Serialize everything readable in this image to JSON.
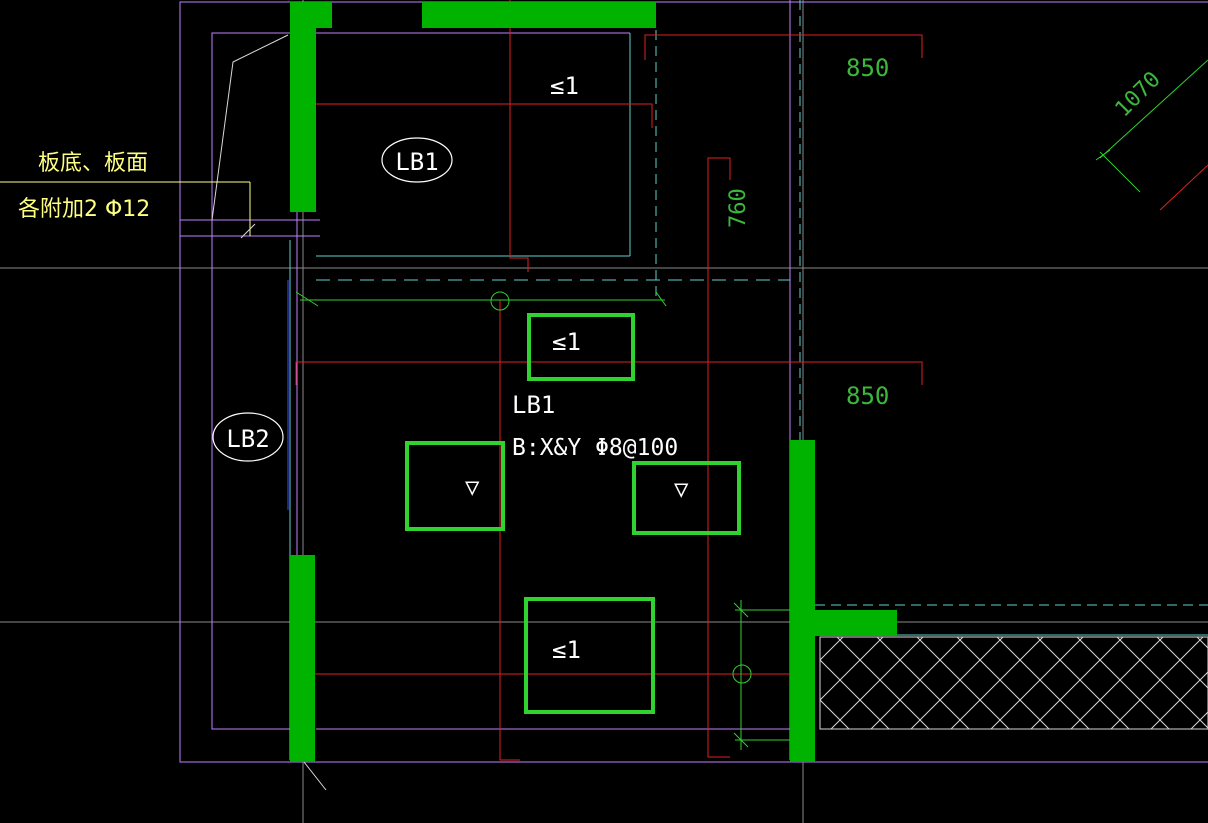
{
  "labels": {
    "lb1_tag": "LB1",
    "lb2_tag": "LB2",
    "slab_name": "LB1",
    "slab_rebar": "B:X&Y Φ8@100",
    "note_line1": "板底、板面",
    "note_line2": "各附加2 Φ12",
    "dim_top": "850",
    "dim_mid": "850",
    "dim_vertical": "760",
    "dim_diagonal": "1070",
    "step_mark_top": "≤1",
    "step_mark_center": "≤1",
    "step_mark_bottom": "≤1",
    "drop_mark_left": "▽",
    "drop_mark_right": "▽"
  },
  "colors": {
    "background": "#000000",
    "wall_fill": "#00b300",
    "highlight_box": "#2fd22f",
    "text_white": "#ffffff",
    "text_green": "#3bb83b",
    "text_yellow": "#ffff80",
    "line_red": "#e02020",
    "line_magenta": "#c080ff",
    "line_cyan": "#60d0d0",
    "line_white": "#d8d8d8",
    "line_green": "#30d030",
    "line_blue": "#3050ff"
  }
}
